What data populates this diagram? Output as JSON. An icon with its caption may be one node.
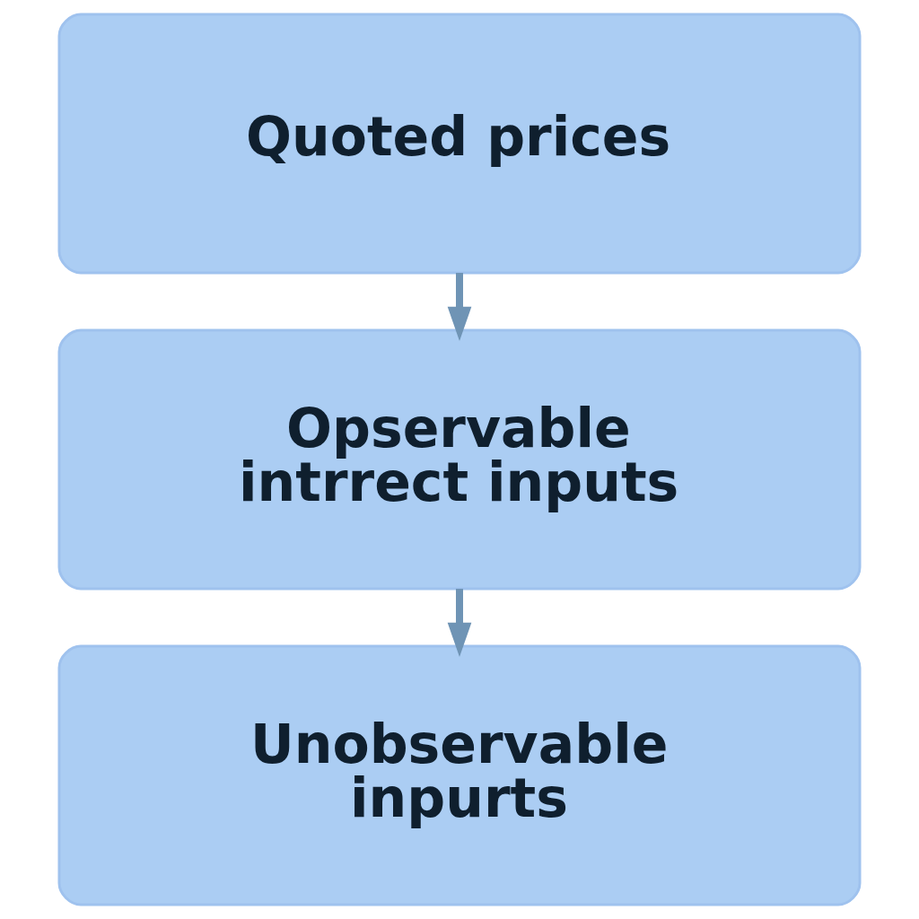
{
  "diagram": {
    "nodes": [
      {
        "text": [
          "Quoted prices"
        ]
      },
      {
        "text": [
          "Opservable intrrect inputs"
        ]
      },
      {
        "text": [
          "Unobservable inpurts"
        ]
      }
    ],
    "edges": [
      {
        "from": 0,
        "to": 1,
        "arrow": "to"
      },
      {
        "from": 1,
        "to": 2,
        "arrow": "to"
      }
    ]
  }
}
